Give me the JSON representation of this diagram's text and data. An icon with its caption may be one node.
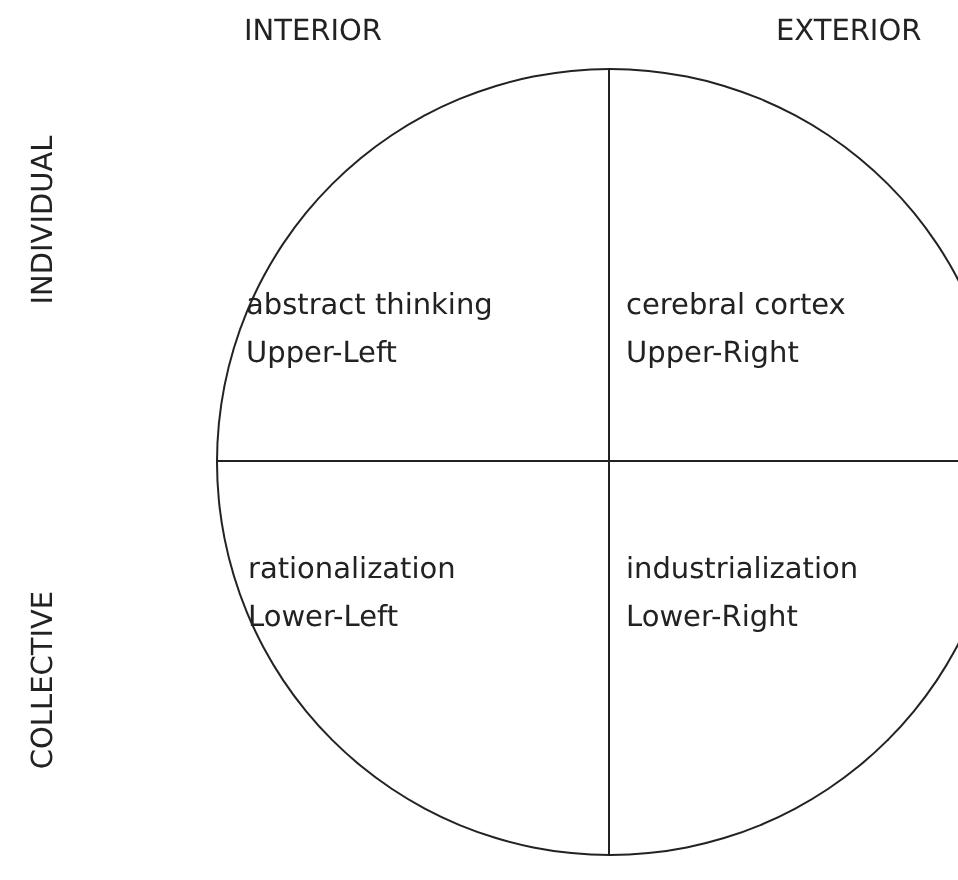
{
  "diagram": {
    "nodes": [
      {
        "text": [
          "abstract thinking",
          "Upper-Left"
        ]
      },
      {
        "text": [
          "cerebral cortex",
          "Upper-Right"
        ]
      },
      {
        "text": [
          "rationalization",
          "Lower-Left"
        ]
      },
      {
        "text": [
          "industrialization",
          "Lower-Right"
        ]
      }
    ],
    "labels": [
      "INTERIOR",
      "EXTERIOR",
      "INDIVIDUAL",
      "COLLECTIVE"
    ]
  }
}
